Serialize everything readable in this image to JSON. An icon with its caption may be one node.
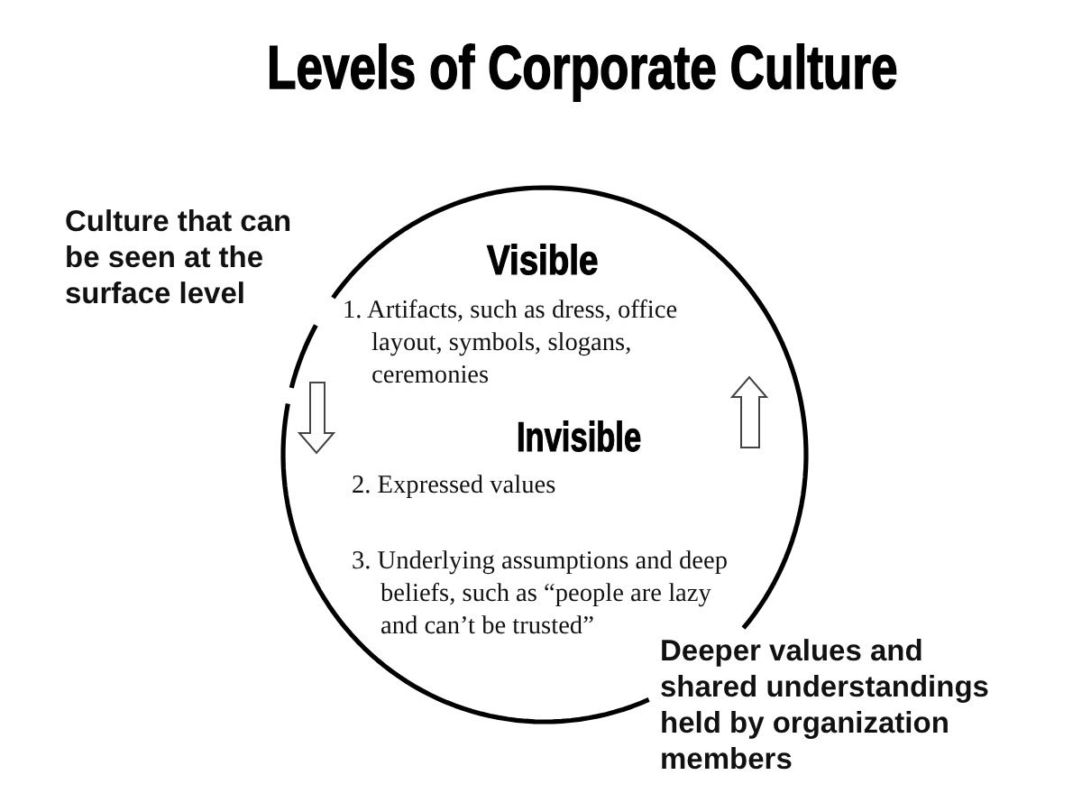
{
  "diagram": {
    "title": "Levels of Corporate Culture",
    "nodes": [
      {
        "text": [
          "Visible",
          "1. Artifacts, such as dress, office layout, symbols, slogans, ceremonies",
          "Invisible",
          "2. Expressed values",
          "3. Underlying assumptions and deep beliefs, such as “people are lazy and can’t be trusted”"
        ]
      }
    ],
    "labels": [
      "Culture that can be seen at the surface level",
      "Deeper values and shared understandings held by organization members"
    ]
  }
}
